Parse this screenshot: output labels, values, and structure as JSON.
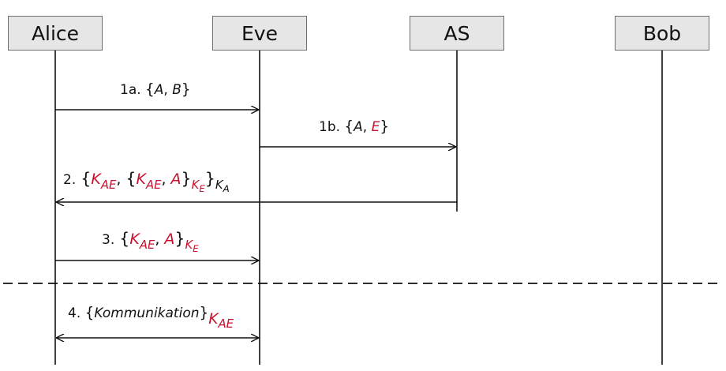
{
  "actors": [
    "Alice",
    "Eve",
    "AS",
    "Bob"
  ],
  "colors": {
    "highlight": "#c8102e",
    "box_fill": "#e6e6e6",
    "box_border": "#6e6e6e",
    "line": "#111111"
  },
  "messages": {
    "m1a": {
      "num": "1a.",
      "open": "{",
      "a": "A",
      "sep": ",",
      "b": "B",
      "close": "}"
    },
    "m1b": {
      "num": "1b.",
      "open": "{",
      "a": "A",
      "sep": ",",
      "e": "E",
      "close": "}"
    },
    "m2": {
      "num": "2.",
      "open": "{",
      "k": "K",
      "k_sub": "AE",
      "sep1": ",",
      "open2": "{",
      "k2": "K",
      "k2_sub": "AE",
      "sep2": ",",
      "a": "A",
      "close2": "}",
      "ke": "K",
      "ke_sub": "E",
      "close": "}",
      "ka": "K",
      "ka_sub": "A"
    },
    "m3": {
      "num": "3.",
      "open": "{",
      "k": "K",
      "k_sub": "AE",
      "sep": ",",
      "a": "A",
      "close": "}",
      "ke": "K",
      "ke_sub": "E"
    },
    "m4": {
      "num": "4.",
      "open": "{",
      "text": "Kommunikation",
      "close": "}",
      "k": "K",
      "k_sub": "AE"
    }
  }
}
